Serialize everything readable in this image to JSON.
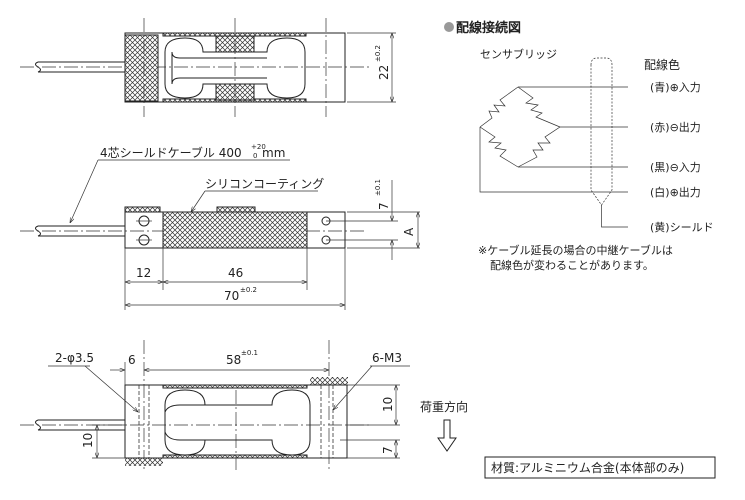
{
  "wiring": {
    "title": "配線接続図",
    "bullet_color": "#999999",
    "bridge_label": "センサブリッジ",
    "color_header": "配線色",
    "wires": [
      {
        "label": "(青)⊕入力"
      },
      {
        "label": "(赤)⊖出力"
      },
      {
        "label": "(黒)⊖入力"
      },
      {
        "label": "(白)⊕出力"
      },
      {
        "label": "(黄)シールド"
      }
    ],
    "note_line1": "※ケーブル延長の場合の中継ケーブルは",
    "note_line2": "配線色が変わることがあります。"
  },
  "top_view": {
    "dim_width": "22",
    "dim_width_tol": "±0.2"
  },
  "side_view": {
    "cable_label": "4芯シールドケーブル 400",
    "cable_tol_upper": "+20",
    "cable_tol_lower": "0",
    "cable_unit": "mm",
    "coating_label": "シリコンコーティング",
    "dim_12": "12",
    "dim_46": "46",
    "dim_70": "70",
    "dim_70_tol": "±0.2",
    "dim_7": "7",
    "dim_7_tol": "±0.1",
    "dim_A": "A"
  },
  "bottom_view": {
    "holes_label": "2-φ3.5",
    "tap_label": "6-M3",
    "dim_6": "6",
    "dim_58": "58",
    "dim_58_tol": "±0.1",
    "dim_10_right": "10",
    "dim_7_right": "7",
    "dim_10_left": "10",
    "load_direction": "荷重方向"
  },
  "material_note": "材質:アルミニウム合金(本体部のみ)"
}
